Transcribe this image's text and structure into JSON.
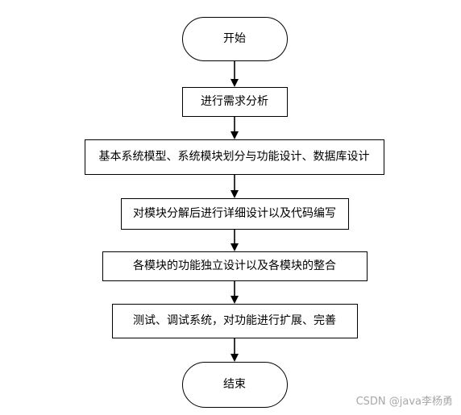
{
  "diagram": {
    "type": "flowchart",
    "nodes": [
      {
        "id": "start",
        "shape": "terminal",
        "label": "开始"
      },
      {
        "id": "s1",
        "shape": "process",
        "label": "进行需求分析"
      },
      {
        "id": "s2",
        "shape": "process",
        "label": "基本系统模型、系统模块划分与功能设计、数据库设计"
      },
      {
        "id": "s3",
        "shape": "process",
        "label": "对模块分解后进行详细设计以及代码编写"
      },
      {
        "id": "s4",
        "shape": "process",
        "label": "各模块的功能独立设计以及各模块的整合"
      },
      {
        "id": "s5",
        "shape": "process",
        "label": "测试、调试系统，对功能进行扩展、完善"
      },
      {
        "id": "end",
        "shape": "terminal",
        "label": "结束"
      }
    ],
    "edges": [
      {
        "from": "start",
        "to": "s1"
      },
      {
        "from": "s1",
        "to": "s2"
      },
      {
        "from": "s2",
        "to": "s3"
      },
      {
        "from": "s3",
        "to": "s4"
      },
      {
        "from": "s4",
        "to": "s5"
      },
      {
        "from": "s5",
        "to": "end"
      }
    ]
  },
  "watermark": "CSDN @java李杨勇",
  "colors": {
    "stroke": "#000000",
    "fill": "#ffffff",
    "watermark": "#a8a8a8"
  }
}
